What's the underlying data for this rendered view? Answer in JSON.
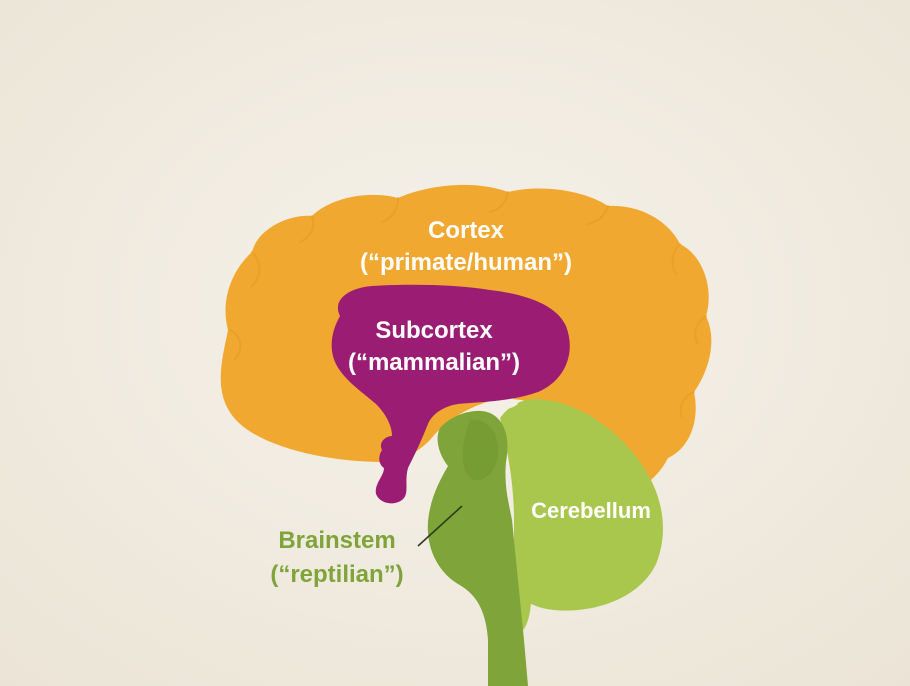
{
  "colors": {
    "background": "#f1ece1",
    "cortex": "#f1a830",
    "subcortex": "#9b1d73",
    "brainstem": "#7fa43a",
    "brainstem_dark": "#6f9530",
    "cerebellum": "#a8c74c",
    "label_light": "#ffffff",
    "brainstem_label": "#7fa43a"
  },
  "regions": {
    "cortex": {
      "name": "Cortex",
      "subtitle": "(“primate/human”)"
    },
    "subcortex": {
      "name": "Subcortex",
      "subtitle": "(“mammalian”)"
    },
    "cerebellum": {
      "name": "Cerebellum"
    },
    "brainstem": {
      "name": "Brainstem",
      "subtitle": "(“reptilian”)"
    }
  }
}
